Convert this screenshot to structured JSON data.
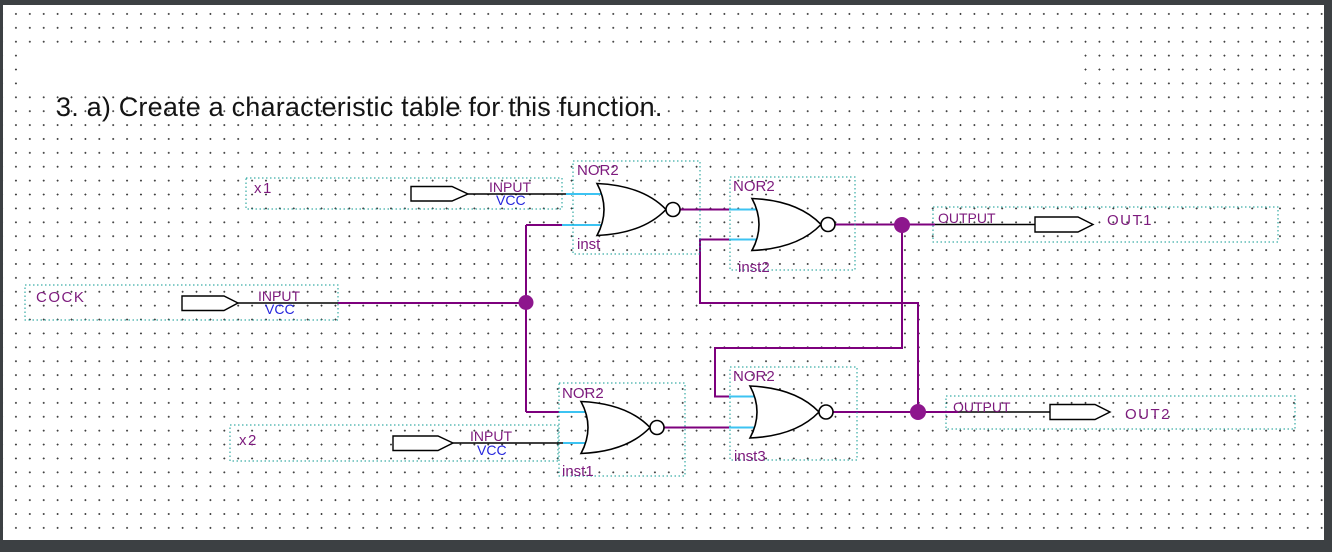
{
  "title": "3. a) Create a characteristic table for this function.",
  "colors": {
    "frame": "#3c4043",
    "canvas": "#ffffff",
    "grid_dot": "#3d3d3d",
    "selection_teal": "#0d9a92",
    "net_purple": "#7d007d",
    "junction_purple": "#8d168d",
    "label_purple": "#7d1a7d",
    "vcc_blue": "#2525dd",
    "port_stub_cyan": "#3cc3f2",
    "symbol_black": "#000000"
  },
  "schematic": {
    "inputs": [
      {
        "name": "x1",
        "type": "INPUT",
        "value": "VCC"
      },
      {
        "name": "COCK",
        "type": "INPUT",
        "value": "VCC"
      },
      {
        "name": "x2",
        "type": "INPUT",
        "value": "VCC"
      }
    ],
    "outputs": [
      {
        "name": "OUT1",
        "type": "OUTPUT"
      },
      {
        "name": "OUT2",
        "type": "OUTPUT"
      }
    ],
    "gates": [
      {
        "type": "NOR2",
        "instance": "inst"
      },
      {
        "type": "NOR2",
        "instance": "inst2"
      },
      {
        "type": "NOR2",
        "instance": "inst1"
      },
      {
        "type": "NOR2",
        "instance": "inst3"
      }
    ]
  }
}
